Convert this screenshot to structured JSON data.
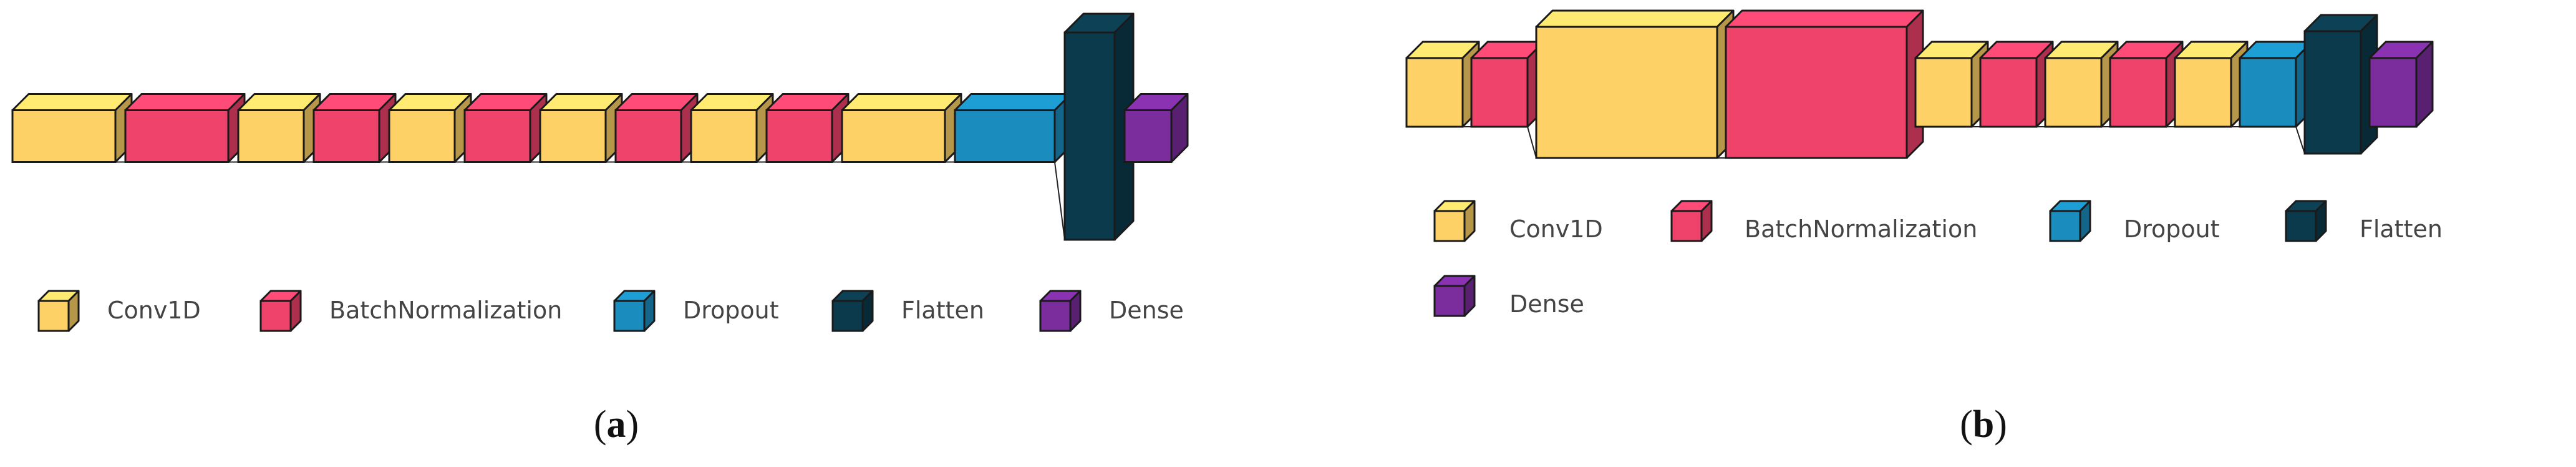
{
  "colors": {
    "Conv1D": "#FDD166",
    "BatchNormalization": "#EF436B",
    "Dropout": "#1A8DBE",
    "Flatten": "#0B3A4D",
    "Dense": "#7B2D9E",
    "edge": "#1a1a1a"
  },
  "legend": {
    "conv1d": "Conv1D",
    "batchnorm": "BatchNormalization",
    "dropout": "Dropout",
    "flatten": "Flatten",
    "dense": "Dense"
  },
  "panels": [
    {
      "caption": {
        "open": "(",
        "letter": "a",
        "close": ")"
      },
      "layers": [
        "Conv1D",
        "BatchNormalization",
        "Conv1D",
        "BatchNormalization",
        "Conv1D",
        "BatchNormalization",
        "Conv1D",
        "BatchNormalization",
        "Conv1D",
        "BatchNormalization",
        "Conv1D",
        "Dropout",
        "Flatten",
        "Dense"
      ]
    },
    {
      "caption": {
        "open": "(",
        "letter": "b",
        "close": ")"
      },
      "layers": [
        "Conv1D",
        "BatchNormalization",
        "Conv1D",
        "BatchNormalization",
        "Conv1D",
        "BatchNormalization",
        "Conv1D",
        "BatchNormalization",
        "Conv1D",
        "Dropout",
        "Flatten",
        "Dense"
      ]
    }
  ]
}
